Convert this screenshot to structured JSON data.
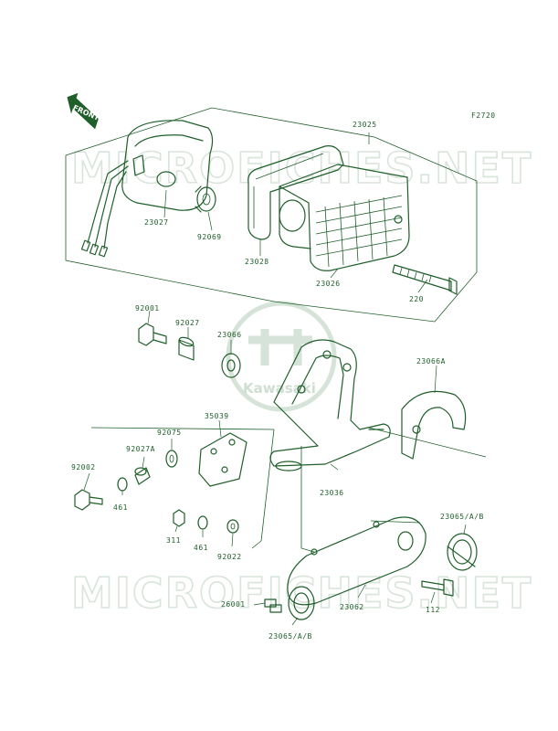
{
  "figure_code": "F2720",
  "front_label": "FRONT",
  "watermark": {
    "text": "MICROFICHES.NET",
    "logo_text": "Kawasaki"
  },
  "colors": {
    "line": "#1f5f2a",
    "watermark": "#d9e4db",
    "background": "#ffffff"
  },
  "parts": {
    "p23025": "23025",
    "p23027": "23027",
    "p92069": "92069",
    "p23028": "23028",
    "p23026": "23026",
    "p220": "220",
    "p92001": "92001",
    "p92027": "92027",
    "p23066": "23066",
    "p23066A": "23066A",
    "p35039": "35039",
    "p92075": "92075",
    "p92027A": "92027A",
    "p92002": "92002",
    "p461a": "461",
    "p23036": "23036",
    "p311": "311",
    "p461b": "461",
    "p92022": "92022",
    "p23065top": "23065/A/B",
    "p26001": "26001",
    "p23062": "23062",
    "p112": "112",
    "p23065bot": "23065/A/B"
  }
}
